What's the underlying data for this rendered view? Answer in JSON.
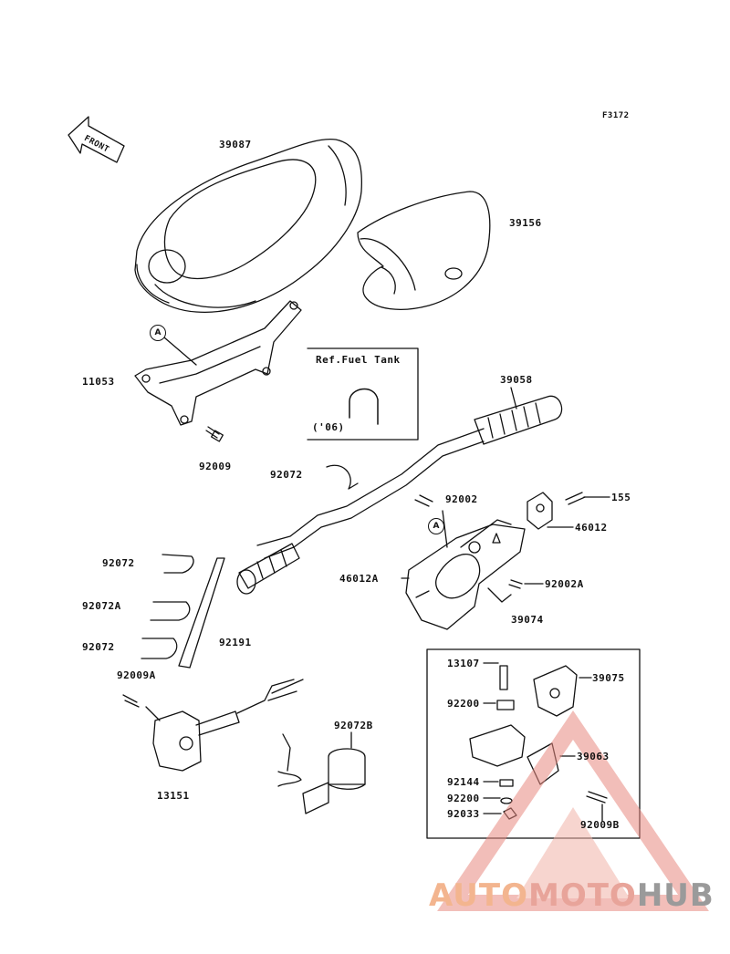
{
  "figure_code": "F3172",
  "front_label": "FRONT",
  "reference_box": {
    "title": "Ref.Fuel Tank",
    "note": "('06)"
  },
  "callout_letter": "A",
  "parts": {
    "p39087": "39087",
    "p39156": "39156",
    "p11053": "11053",
    "p92009": "92009",
    "p39058": "39058",
    "p92072_top": "92072",
    "p92002": "92002",
    "p155": "155",
    "p46012": "46012",
    "p46012A": "46012A",
    "p92002A": "92002A",
    "p39074": "39074",
    "p92072_left": "92072",
    "p92072A": "92072A",
    "p92072_lower": "92072",
    "p92191": "92191",
    "p92009A": "92009A",
    "p13151": "13151",
    "p92072B": "92072B",
    "p13107": "13107",
    "p39075": "39075",
    "p92200_a": "92200",
    "p39063": "39063",
    "p92144": "92144",
    "p92200_b": "92200",
    "p92033": "92033",
    "p92009B": "92009B"
  },
  "watermark": {
    "part1": "AUTO",
    "part2": "MOTO",
    "part3": "HUB",
    "color_auto": "#f3b58f",
    "color_moto": "#e8a49a",
    "color_hub": "#9a9a9a"
  }
}
